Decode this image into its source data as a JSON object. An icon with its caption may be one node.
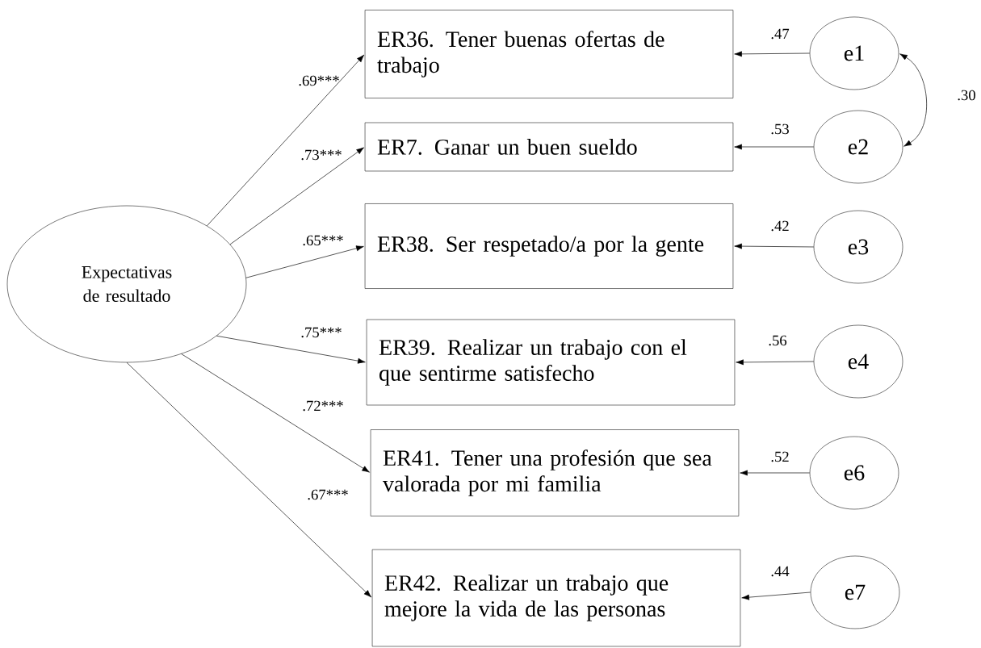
{
  "diagram": {
    "nodes": [
      {
        "text": [
          "Expectativas de resultado"
        ]
      },
      {
        "text": [
          "ER36. Tener buenas ofertas de trabajo"
        ]
      },
      {
        "text": [
          "ER7. Ganar un buen sueldo"
        ]
      },
      {
        "text": [
          "ER38. Ser respetado/a por la gente"
        ]
      },
      {
        "text": [
          "ER39. Realizar un trabajo con el que sentirme satisfecho"
        ]
      },
      {
        "text": [
          "ER41. Tener una profesión que sea valorada por mi familia"
        ]
      },
      {
        "text": [
          "ER42. Realizar un trabajo que mejore la vida de las personas"
        ]
      },
      {
        "text": [
          "e1"
        ]
      },
      {
        "text": [
          "e2"
        ]
      },
      {
        "text": [
          "e3"
        ]
      },
      {
        "text": [
          "e4"
        ]
      },
      {
        "text": [
          "e6"
        ]
      },
      {
        "text": [
          "e7"
        ]
      }
    ],
    "edges": [
      {
        "from": 0,
        "to": 1,
        "arrow": "to",
        "label": ".69***"
      },
      {
        "from": 0,
        "to": 2,
        "arrow": "to",
        "label": ".73***"
      },
      {
        "from": 0,
        "to": 3,
        "arrow": "to",
        "label": ".65***"
      },
      {
        "from": 0,
        "to": 4,
        "arrow": "to",
        "label": ".75***"
      },
      {
        "from": 0,
        "to": 5,
        "arrow": "to",
        "label": ".72***"
      },
      {
        "from": 0,
        "to": 6,
        "arrow": "to",
        "label": ".67***"
      },
      {
        "from": 7,
        "to": 1,
        "arrow": "to",
        "label": ".47"
      },
      {
        "from": 8,
        "to": 2,
        "arrow": "to",
        "label": ".53"
      },
      {
        "from": 9,
        "to": 3,
        "arrow": "to",
        "label": ".42"
      },
      {
        "from": 10,
        "to": 4,
        "arrow": "to",
        "label": ".56"
      },
      {
        "from": 11,
        "to": 5,
        "arrow": "to",
        "label": ".52"
      },
      {
        "from": 12,
        "to": 6,
        "arrow": "to",
        "label": ".44"
      },
      {
        "from": 7,
        "to": 8,
        "arrow": "both",
        "label": ".30"
      }
    ]
  }
}
